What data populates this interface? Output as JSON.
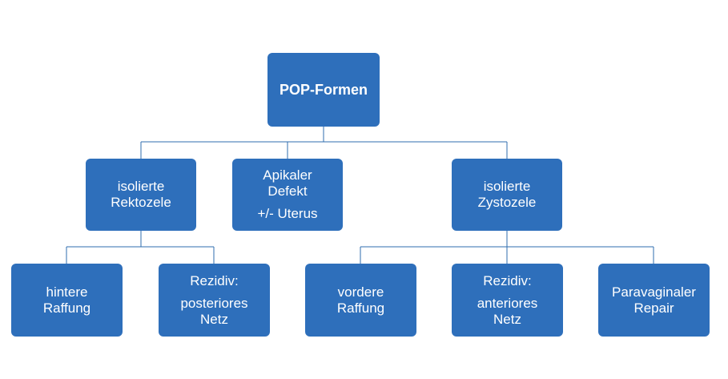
{
  "diagram": {
    "root": {
      "label": "POP-Formen"
    },
    "level1": [
      {
        "id": "rektozele",
        "lines": [
          "isolierte",
          "Rektozele"
        ]
      },
      {
        "id": "apikal",
        "lines": [
          "Apikaler",
          "Defekt"
        ],
        "extra": "+/- Uterus"
      },
      {
        "id": "zystozele",
        "lines": [
          "isolierte",
          "Zystozele"
        ]
      }
    ],
    "level2": [
      {
        "id": "hintere",
        "parent": "rektozele",
        "lines": [
          "hintere",
          "Raffung"
        ]
      },
      {
        "id": "rezidiv-post",
        "parent": "rektozele",
        "lines": [
          "Rezidiv:"
        ],
        "extra_lines": [
          "posteriores",
          "Netz"
        ]
      },
      {
        "id": "vordere",
        "parent": "zystozele",
        "lines": [
          "vordere",
          "Raffung"
        ]
      },
      {
        "id": "rezidiv-ant",
        "parent": "zystozele",
        "lines": [
          "Rezidiv:"
        ],
        "extra_lines": [
          "anteriores",
          "Netz"
        ]
      },
      {
        "id": "paravaginal",
        "parent": "zystozele",
        "lines": [
          "Paravaginaler",
          "Repair"
        ]
      }
    ],
    "colors": {
      "box": "#2e6fbb",
      "connector": "#2f6eaf",
      "text": "#ffffff"
    }
  }
}
